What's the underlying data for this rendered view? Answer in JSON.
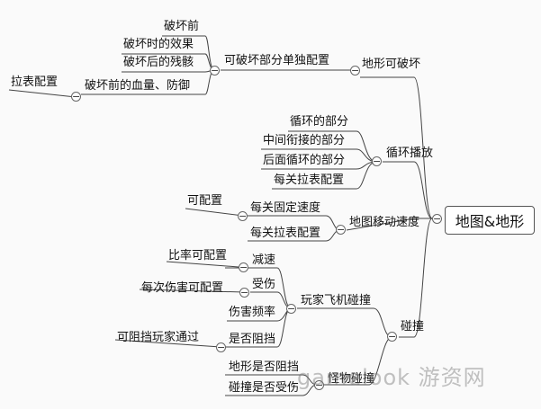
{
  "root": "地图&地形",
  "branches": {
    "destructible": {
      "label": "地形可破坏",
      "config": "可破坏部分单独配置",
      "items": [
        "破坏前",
        "破坏时的效果",
        "破坏后的残骸",
        "破坏前的血量、防御"
      ],
      "sub": "拉表配置"
    },
    "loop": {
      "label": "循环播放",
      "items": [
        "循环的部分",
        "中间衔接的部分",
        "后面循环的部分",
        "每关拉表配置"
      ]
    },
    "speed": {
      "label": "地图移动速度",
      "items": [
        "每关固定速度",
        "每关拉表配置"
      ],
      "sub": "可配置"
    },
    "collision": {
      "label": "碰撞",
      "player": "玩家飞机碰撞",
      "player_items": [
        "减速",
        "受伤",
        "伤害频率",
        "是否阻挡"
      ],
      "player_subs": [
        "比率可配置",
        "每次伤害可配置",
        "可阻挡玩家通过"
      ],
      "monster": "怪物碰撞",
      "monster_items": [
        "地形是否阻挡",
        "碰撞是否受伤"
      ]
    }
  },
  "watermark": "gamelook 游资网"
}
